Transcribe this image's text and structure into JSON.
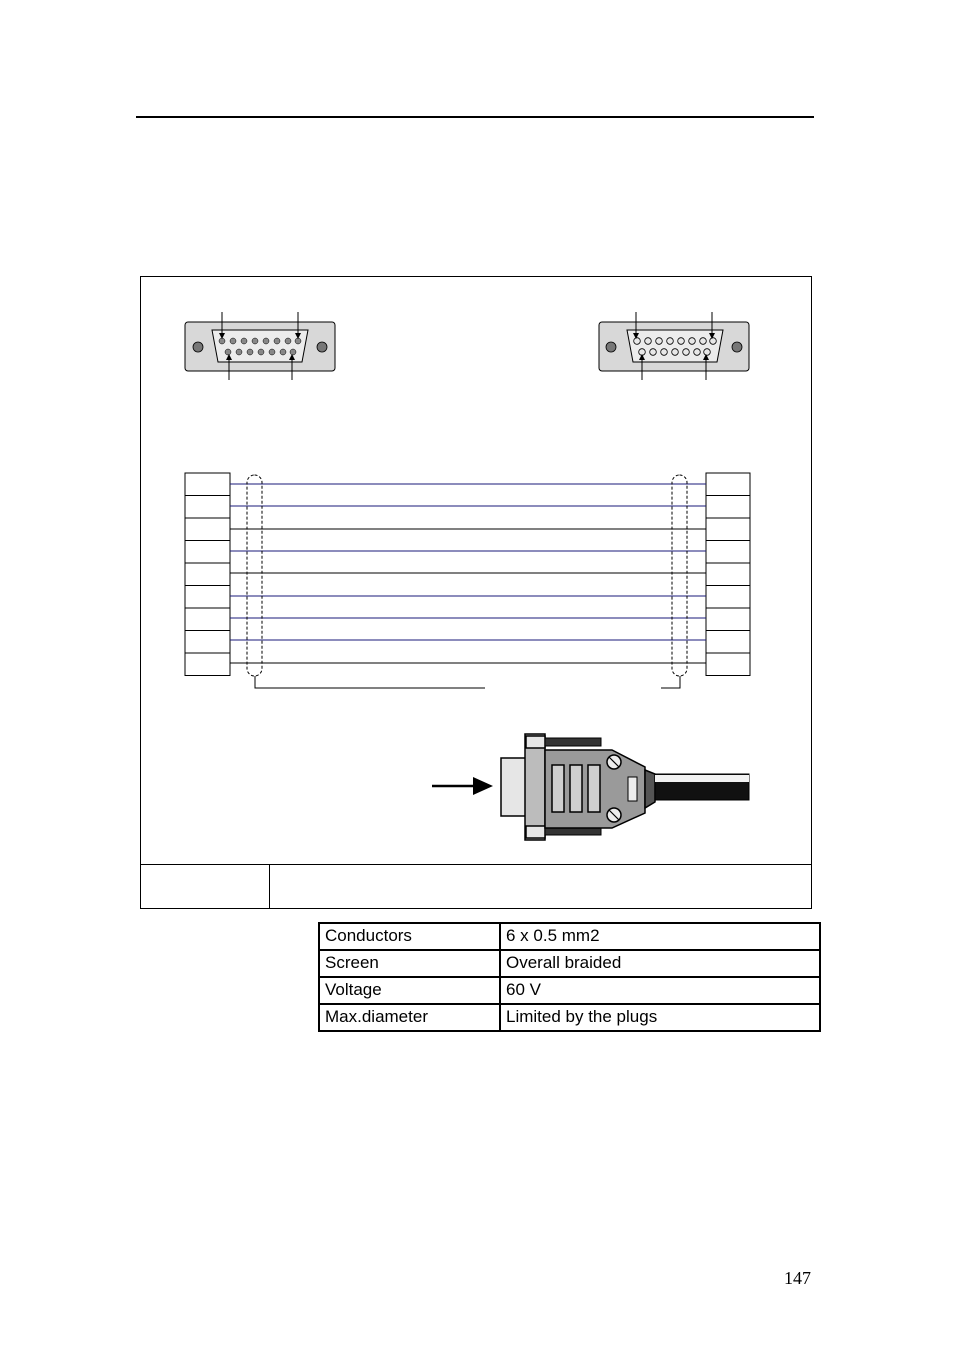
{
  "specs": {
    "rows": [
      {
        "label": "Conductors",
        "value": "6 x 0.5 mm2"
      },
      {
        "label": "Screen",
        "value": "Overall braided"
      },
      {
        "label": "Voltage",
        "value": "60 V"
      },
      {
        "label": "Max.diameter",
        "value": "Limited by the plugs"
      }
    ]
  },
  "page": {
    "number": "147"
  },
  "colors": {
    "wire": "#1a1a7a",
    "line": "#000000",
    "connector_fill": "#d8d8d8"
  }
}
